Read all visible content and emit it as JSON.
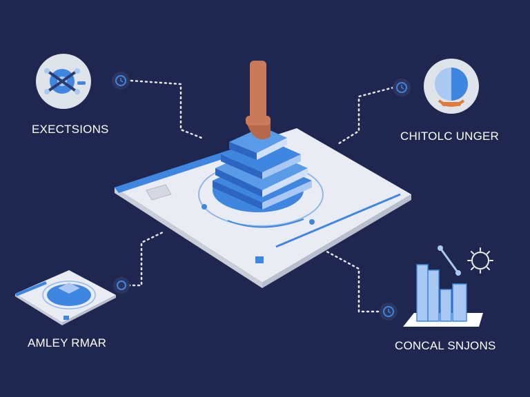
{
  "labels": {
    "top_left": "EXECTSIONS",
    "top_right": "CHITOLC UNGER",
    "bottom_left": "AMLEY RMAR",
    "bottom_right": "CONCAL SNJONS"
  },
  "colors": {
    "background": "#1f2750",
    "accent_blue": "#3f86e0",
    "light_blue": "#a9c8f2",
    "panel": "#e9ecf2",
    "panel_edge": "#c9ced9",
    "dotted_line": "#e6e9f0",
    "circle_bg": "#dfe3ea",
    "skin": "#c97a5a",
    "orange": "#e07b3c"
  },
  "icons": {
    "top_left": "network-gear-icon",
    "top_right": "globe-lamp-icon",
    "bottom_left": "mini-dashboard-icon",
    "bottom_right": "bar-chart-icon",
    "center": "hand-stacking-books-icon",
    "connector": "clock-node-icon",
    "gear": "settings-gear-icon"
  }
}
